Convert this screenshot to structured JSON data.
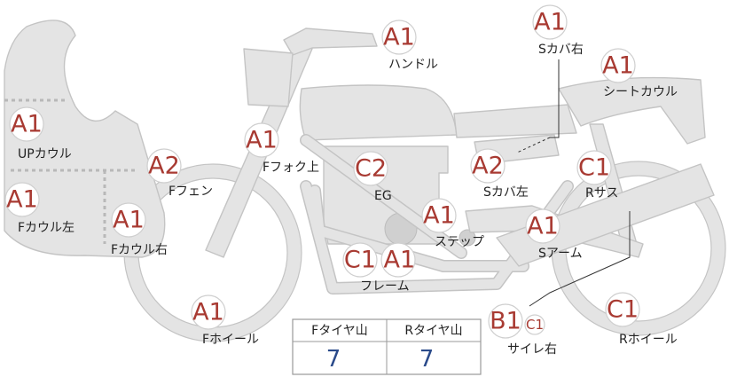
{
  "parts": [
    {
      "id": "handle",
      "grade": "A1",
      "label": "ハンドル"
    },
    {
      "id": "s-cover-r",
      "grade": "A1",
      "label": "Sカバ右"
    },
    {
      "id": "seat-cowl",
      "grade": "A1",
      "label": "シートカウル"
    },
    {
      "id": "up-cowl",
      "grade": "A1",
      "label": "UPカウル"
    },
    {
      "id": "f-fork-upper",
      "grade": "A1",
      "label": "Fフォク上"
    },
    {
      "id": "f-fender",
      "grade": "A2",
      "label": "Fフェン"
    },
    {
      "id": "eg",
      "grade": "C2",
      "label": "EG"
    },
    {
      "id": "s-cover-l",
      "grade": "A2",
      "label": "Sカバ左"
    },
    {
      "id": "r-sus",
      "grade": "C1",
      "label": "Rサス"
    },
    {
      "id": "f-cowl-l",
      "grade": "A1",
      "label": "Fカウル左"
    },
    {
      "id": "f-cowl-r",
      "grade": "A1",
      "label": "Fカウル右"
    },
    {
      "id": "step",
      "grade": "A1",
      "label": "ステップ"
    },
    {
      "id": "s-arm",
      "grade": "A1",
      "label": "Sアーム"
    },
    {
      "id": "frame",
      "grade": "C1 A1",
      "label": "フレーム"
    },
    {
      "id": "f-wheel",
      "grade": "A1",
      "label": "Fホイール"
    },
    {
      "id": "silencer-r",
      "grade": "B1",
      "grade_extra": "C1",
      "label": "サイレ右"
    },
    {
      "id": "r-wheel",
      "grade": "C1",
      "label": "Rホイール"
    }
  ],
  "tire_table": {
    "headers": [
      "Fタイヤ山",
      "Rタイヤ山"
    ],
    "values": [
      "7",
      "7"
    ]
  },
  "colors": {
    "grade_text": "#a83a32",
    "part_fill": "#e4e4e4",
    "value_text": "#2a4a8a"
  }
}
